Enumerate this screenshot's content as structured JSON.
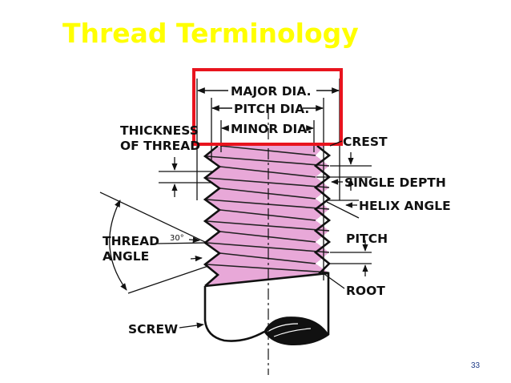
{
  "slide": {
    "title": "Thread Terminology",
    "page_number": "33"
  },
  "colors": {
    "title": "#ffff00",
    "thread_fill": "#e8a8d8",
    "highlight_box": "#e8141e",
    "page_number": "#1f3c88"
  },
  "labels": {
    "major_dia": "MAJOR DIA.",
    "pitch_dia": "PITCH DIA.",
    "minor_dia": "MINOR DIA.",
    "thickness_line1": "THICKNESS",
    "thickness_line2": "OF THREAD",
    "crest": "CREST",
    "single_depth": "SINGLE DEPTH",
    "helix_angle": "HELIX ANGLE",
    "thread_angle_line1": "THREAD",
    "thread_angle_line2": "ANGLE",
    "angle_value": "30°",
    "pitch": "PITCH",
    "root": "ROOT",
    "screw": "SCREW"
  }
}
